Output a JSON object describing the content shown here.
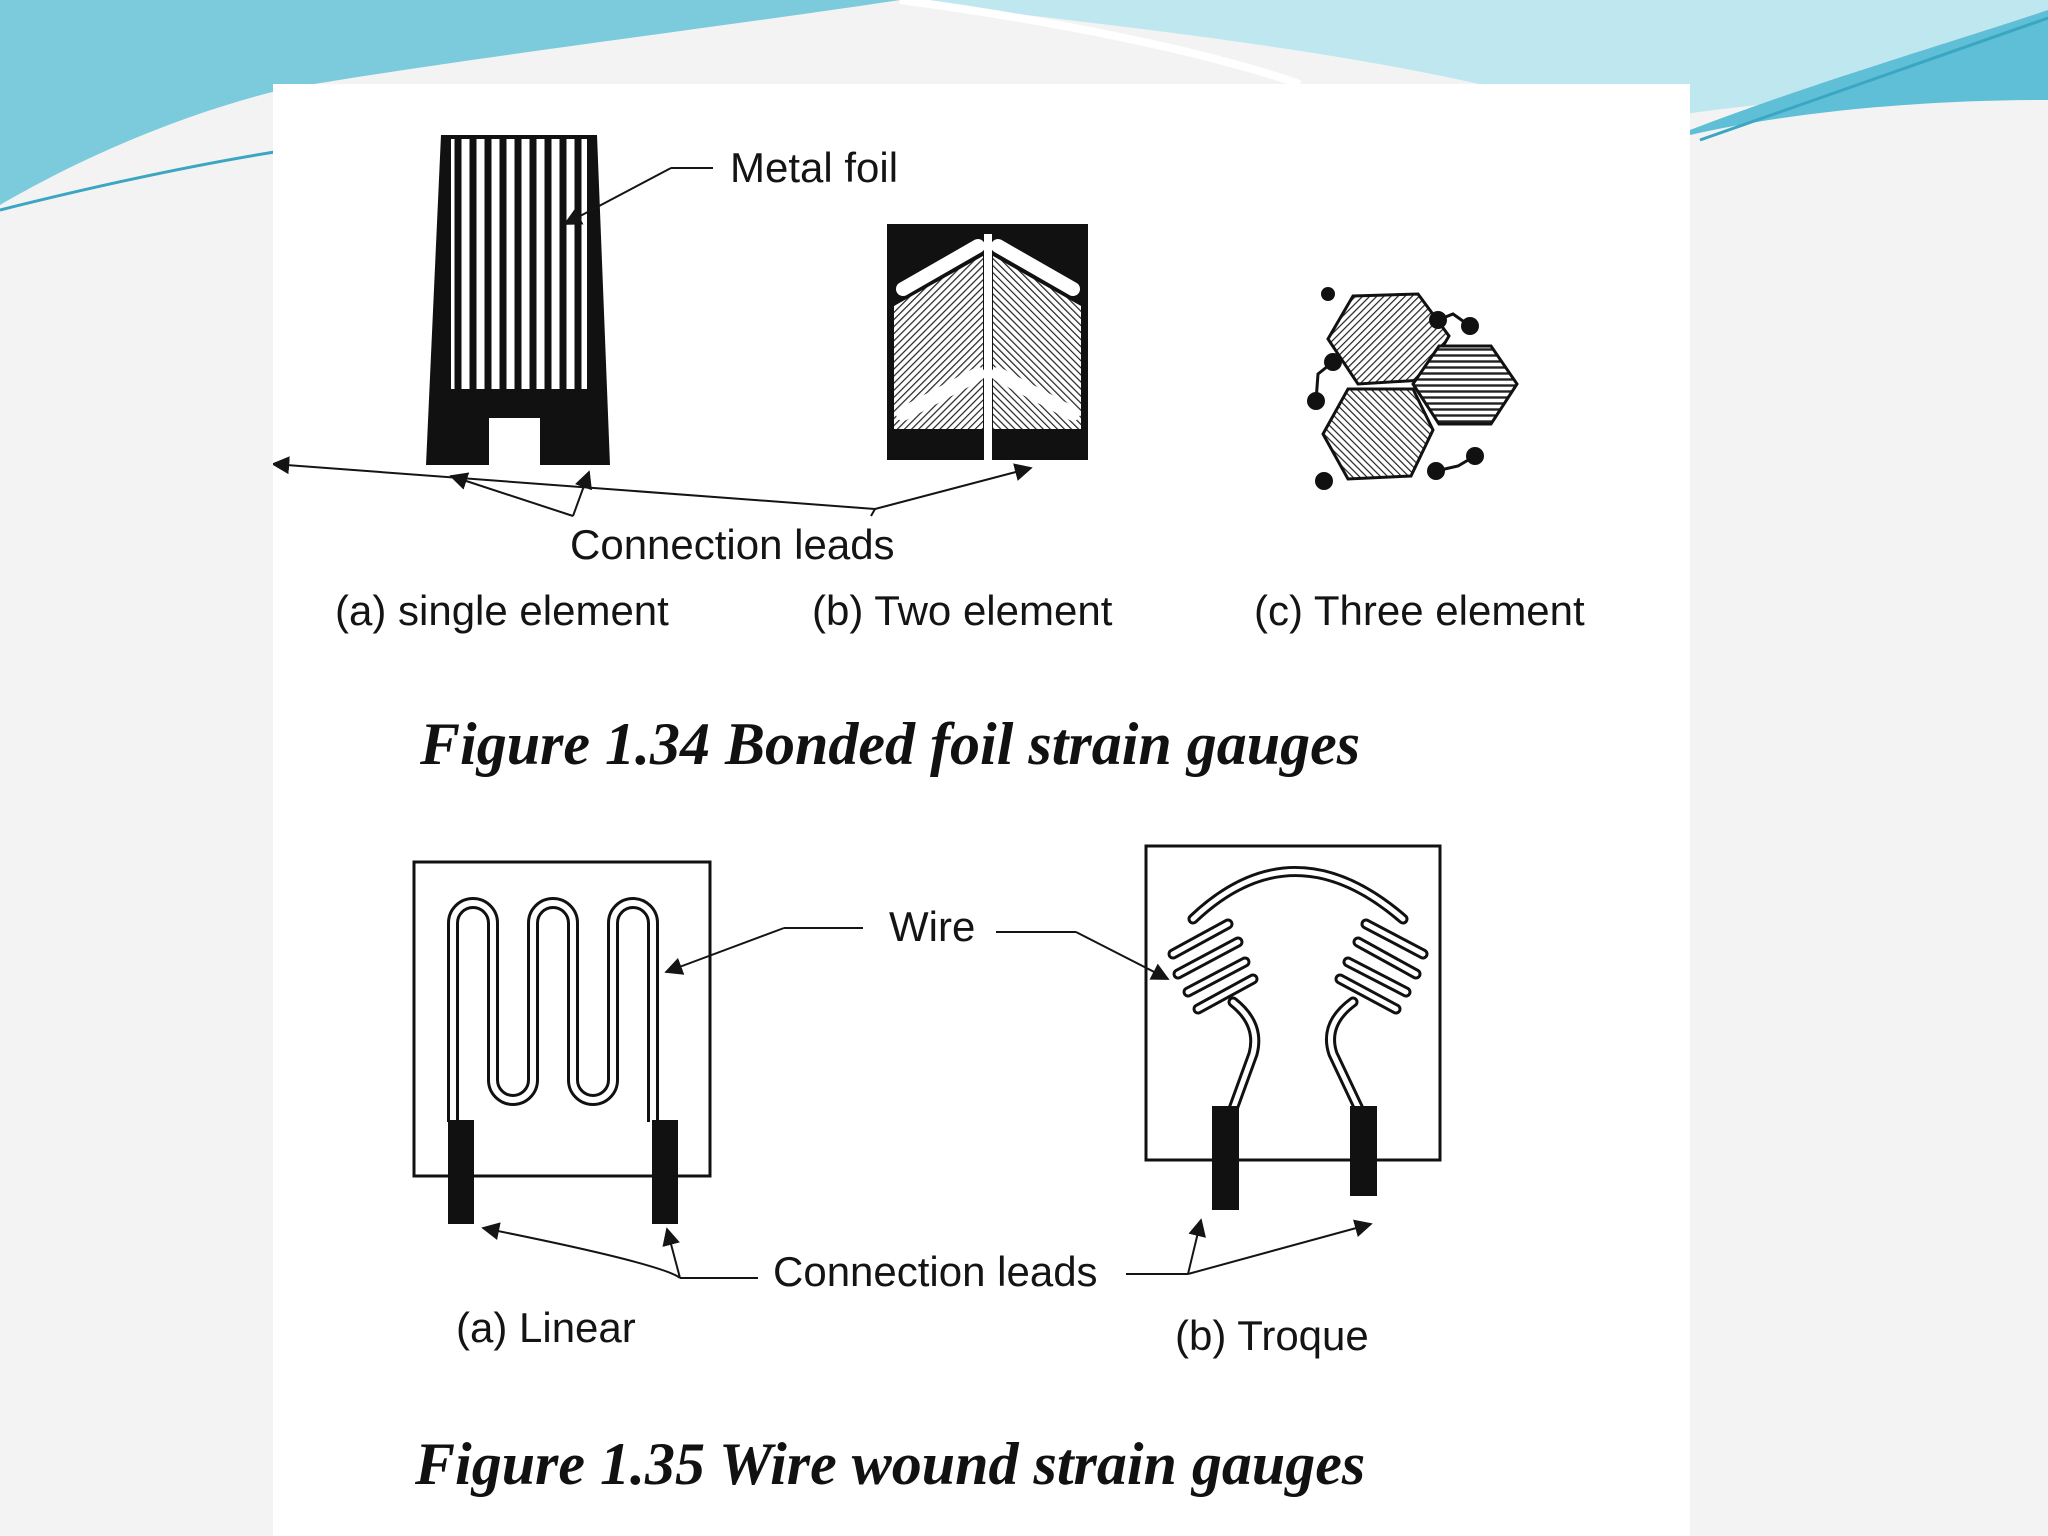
{
  "colors": {
    "background": "#f3f3f4",
    "banner_light": "#bfe7ef",
    "banner_mid": "#7ccbdd",
    "banner_dark": "#3aa6c2",
    "ink": "#141414"
  },
  "figure_1_34": {
    "callouts": {
      "metal_foil": "Metal foil",
      "connection_leads": "Connection leads"
    },
    "subfigures": {
      "a": "(a) single element",
      "b": "(b) Two element",
      "c": "(c) Three element"
    },
    "caption": "Figure 1.34 Bonded foil strain gauges"
  },
  "figure_1_35": {
    "callouts": {
      "wire": "Wire",
      "connection_leads": "Connection leads"
    },
    "subfigures": {
      "a": "(a) Linear",
      "b": "(b) Troque"
    },
    "caption": "Figure 1.35 Wire wound strain gauges"
  }
}
